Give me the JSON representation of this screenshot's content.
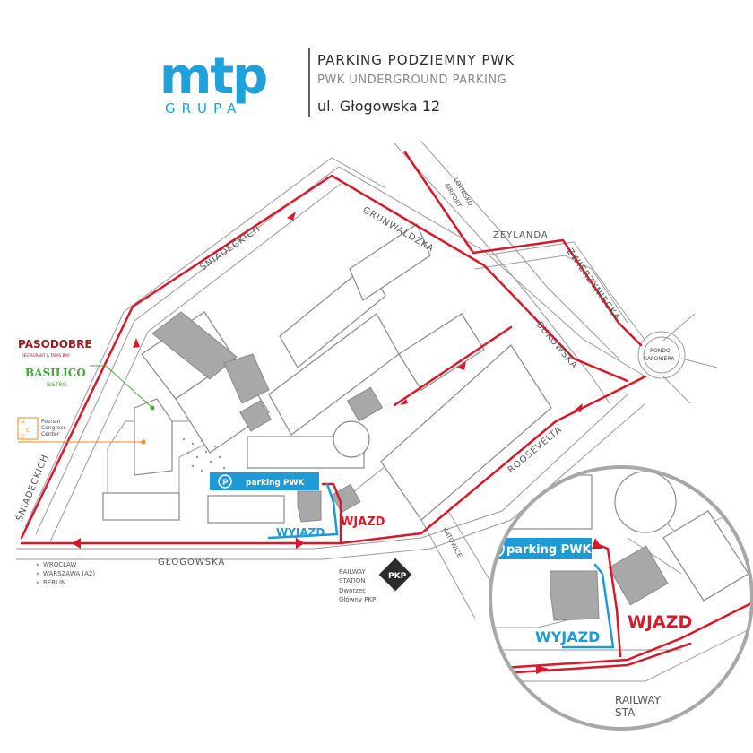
{
  "header": {
    "logo_main": "mtp",
    "logo_sub": "GRUPA",
    "title": "PARKING PODZIEMNY PWK",
    "subtitle": "PWK UNDERGROUND PARKING",
    "address": "ul. Głogowska 12"
  },
  "streets": {
    "sniadeckich_top": "ŚNIADECKICH",
    "sniadeckich_left": "ŚNIADECKICH",
    "grunwaldzka": "GRUNWALDZKA",
    "lotnisko": "LOTNISKO",
    "airport": "AIRPORT",
    "zeylanda": "ZEYLANDA",
    "zwierzyniecka": "ZWIERZYNIECKA",
    "bukowska": "BUKOWSKA",
    "rondo_1": "RONDO",
    "rondo_2": "KAPONIERA",
    "roosevelta": "ROOSEVELTA",
    "glogowska": "GŁOGOWSKA",
    "katowice": "KATOWICE"
  },
  "directions": [
    "WROCŁAW",
    "WARSZAWA (A2)",
    "BERLIN"
  ],
  "pois": {
    "pasodobre": "PASODOBRE",
    "pasodobre_sub": "RESTAURANT & TAPAS BAR",
    "basilico": "BASILICO",
    "basilico_sub": "BISTRO",
    "pcc_1": "Poznan",
    "pcc_2": "Congress",
    "pcc_3": "Center",
    "pcc_icon_top": "P",
    "pcc_icon_mid": "C",
    "pcc_icon_bottom": "C"
  },
  "railway": {
    "line1": "RAILWAY",
    "line2": "STATION",
    "line3": "Dworzec",
    "line4": "Główny PKP",
    "badge": "PKP"
  },
  "parking": {
    "label": "parking PWK",
    "entry": "WJAZD",
    "exit": "WYJAZD"
  },
  "inset": {
    "railway_line1": "RAILWAY",
    "railway_line2": "STA"
  },
  "colors": {
    "route_red": "#d7192a",
    "exit_blue": "#1e9ad6",
    "logo_blue": "#1fa1dc",
    "poi_orange": "#ef8a1e",
    "poi_green": "#4aa53a",
    "poi_darkred": "#9b1c24",
    "building_grey": "#a8a8a8"
  }
}
